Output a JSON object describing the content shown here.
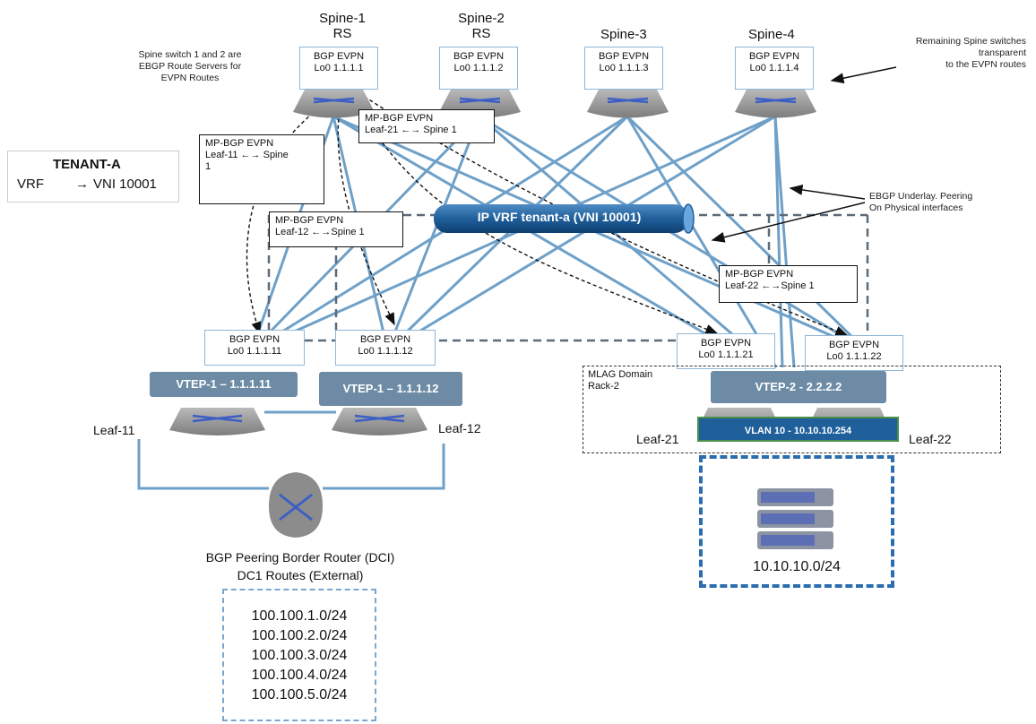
{
  "spines": [
    {
      "name": "Spine-1",
      "role": "RS",
      "box_line1": "BGP EVPN",
      "box_line2": "Lo0  1.1.1.1"
    },
    {
      "name": "Spine-2",
      "role": "RS",
      "box_line1": "BGP EVPN",
      "box_line2": "Lo0  1.1.1.2"
    },
    {
      "name": "Spine-3",
      "role": "",
      "box_line1": "BGP EVPN",
      "box_line2": "Lo0  1.1.1.3"
    },
    {
      "name": "Spine-4",
      "role": "",
      "box_line1": "BGP EVPN",
      "box_line2": "Lo0  1.1.1.4"
    }
  ],
  "notes": {
    "route_servers": [
      "Spine switch 1 and 2 are",
      "EBGP Route Servers for",
      "EVPN Routes"
    ],
    "remaining_spines": [
      "Remaining Spine switches",
      "transparent",
      "to the EVPN routes"
    ],
    "underlay": [
      "EBGP Underlay. Peering",
      "On Physical interfaces"
    ]
  },
  "tenant": {
    "title": "TENANT-A",
    "vrf": "VRF",
    "arrow": "→",
    "vni": "VNI 10001"
  },
  "sessions": [
    {
      "line1": "MP-BGP EVPN",
      "line2": "Leaf-11  ←→ Spine",
      "line3": "1"
    },
    {
      "line1": "MP-BGP EVPN",
      "line2": "Leaf-21  ←→ Spine 1"
    },
    {
      "line1": "MP-BGP EVPN",
      "line2": "Leaf-12  ←→Spine 1"
    },
    {
      "line1": "MP-BGP EVPN",
      "line2": "Leaf-22  ←→Spine 1"
    }
  ],
  "ip_vrf": "IP VRF tenant-a (VNI 10001)",
  "leaves": [
    {
      "name": "Leaf-11",
      "box_line1": "BGP EVPN",
      "box_line2": "Lo0  1.1.1.11"
    },
    {
      "name": "Leaf-12",
      "box_line1": "BGP EVPN",
      "box_line2": "Lo0  1.1.1.12"
    },
    {
      "name": "Leaf-21",
      "box_line1": "BGP EVPN",
      "box_line2": "Lo0  1.1.1.21"
    },
    {
      "name": "Leaf-22",
      "box_line1": "BGP EVPN",
      "box_line2": "Lo0  1.1.1.22"
    }
  ],
  "vteps": [
    "VTEP-1 – 1.1.1.11",
    "VTEP-1 – 1.1.1.12",
    "VTEP-2 - 2.2.2.2"
  ],
  "mlag": {
    "line1": "MLAG Domain",
    "line2": "Rack-2"
  },
  "vlan": "VLAN 10 - 10.10.10.254",
  "server_subnet": "10.10.10.0/24",
  "border_router": {
    "line1": "BGP Peering Border Router (DCI)",
    "line2": "DC1 Routes (External)"
  },
  "external_routes": [
    "100.100.1.0/24",
    "100.100.2.0/24",
    "100.100.3.0/24",
    "100.100.4.0/24",
    "100.100.5.0/24"
  ],
  "colors": {
    "link": "#6ea0c8",
    "vtep": "#6d8ba5",
    "vrf_tube": "#1f5f9a",
    "server_box": "#2a6db0",
    "router": "#8c8c8c"
  }
}
